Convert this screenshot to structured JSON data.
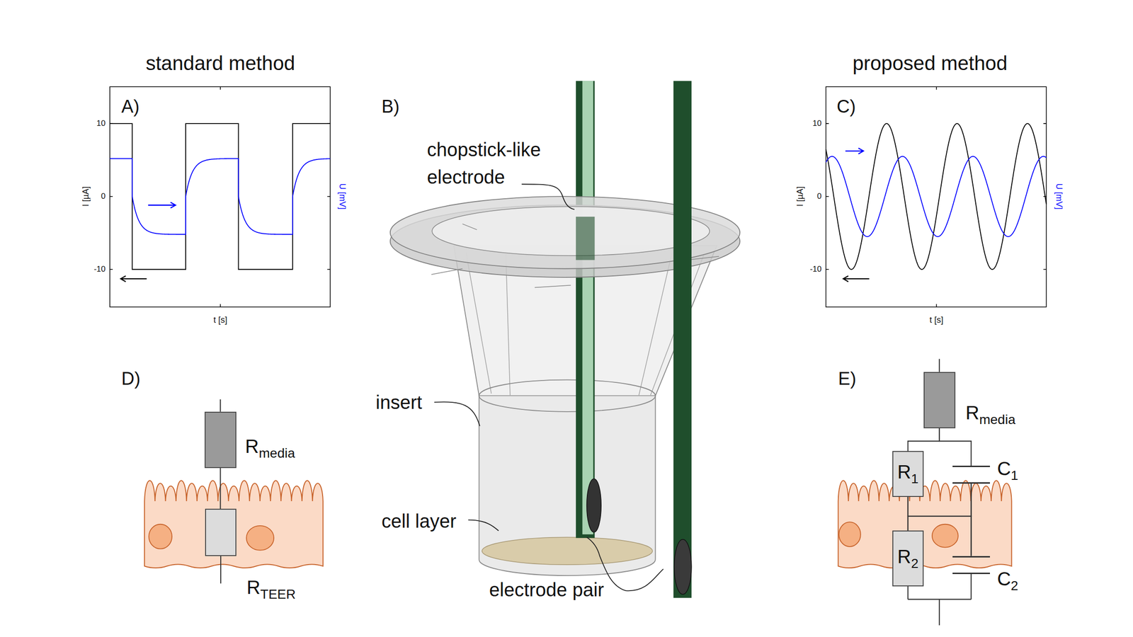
{
  "diagram": {
    "nodes": [
      {
        "text": [
          "R",
          "media"
        ]
      },
      {
        "text": [
          "R",
          "TEER"
        ]
      },
      {
        "text": [
          "R",
          "media"
        ]
      },
      {
        "text": [
          "R",
          "1"
        ]
      },
      {
        "text": [
          "C",
          "1"
        ]
      },
      {
        "text": [
          "R",
          "2"
        ]
      },
      {
        "text": [
          "C",
          "2"
        ]
      }
    ],
    "edges": [
      {
        "from": 0,
        "to": 1,
        "arrow": "none"
      },
      {
        "from": 2,
        "to": 3,
        "arrow": "none"
      },
      {
        "from": 2,
        "to": 4,
        "arrow": "none"
      },
      {
        "from": 3,
        "to": 5,
        "arrow": "none"
      },
      {
        "from": 3,
        "to": 6,
        "arrow": "none"
      },
      {
        "from": 4,
        "to": 5,
        "arrow": "none"
      },
      {
        "from": 4,
        "to": 6,
        "arrow": "none"
      }
    ],
    "labels": [
      "standard method",
      "A)",
      "10",
      "0",
      "-10",
      "I [µA]",
      "U [mV]",
      "t [s]",
      "B)",
      "chopstick-like electrode",
      "insert",
      "cell layer",
      "electrode pair",
      "proposed method",
      "C)",
      "10",
      "0",
      "-10",
      "I [µA]",
      "U [mV]",
      "t [s]",
      "D)",
      "E)"
    ]
  }
}
